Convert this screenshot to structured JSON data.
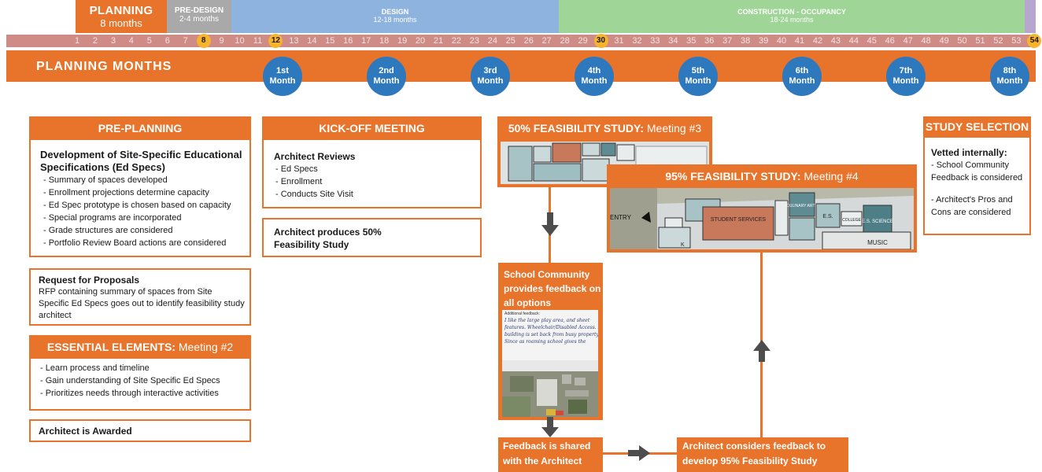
{
  "phases": {
    "planning": {
      "title": "PLANNING",
      "sub": "8 months"
    },
    "predesign": {
      "title": "PRE-DESIGN",
      "sub": "2-4 months"
    },
    "design": {
      "title": "DESIGN",
      "sub": "12-18 months"
    },
    "construction": {
      "title": "CONSTRUCTION - OCCUPANCY",
      "sub": "18-24 months"
    }
  },
  "month_numbers": [
    "1",
    "2",
    "3",
    "4",
    "5",
    "6",
    "7",
    "8",
    "9",
    "10",
    "11",
    "12",
    "13",
    "14",
    "15",
    "16",
    "17",
    "18",
    "19",
    "20",
    "21",
    "22",
    "23",
    "24",
    "25",
    "26",
    "27",
    "28",
    "29",
    "30",
    "31",
    "32",
    "33",
    "34",
    "35",
    "36",
    "37",
    "38",
    "39",
    "40",
    "41",
    "42",
    "43",
    "44",
    "45",
    "46",
    "47",
    "48",
    "49",
    "50",
    "51",
    "52",
    "53",
    "54"
  ],
  "highlighted_months": [
    "8",
    "12",
    "30",
    "54"
  ],
  "planning_months": {
    "title": "PLANNING MONTHS",
    "months": [
      {
        "n": "1st",
        "w": "Month"
      },
      {
        "n": "2nd",
        "w": "Month"
      },
      {
        "n": "3rd",
        "w": "Month"
      },
      {
        "n": "4th",
        "w": "Month"
      },
      {
        "n": "5th",
        "w": "Month"
      },
      {
        "n": "6th",
        "w": "Month"
      },
      {
        "n": "7th",
        "w": "Month"
      },
      {
        "n": "8th",
        "w": "Month"
      }
    ]
  },
  "pre_planning": {
    "header": "PRE-PLANNING",
    "title": "Development of Site-Specific Educational Specifications (Ed Specs)",
    "items": [
      "- Summary of spaces developed",
      "- Enrollment projections determine capacity",
      "- Ed Spec prototype is chosen based on capacity",
      "- Special programs are incorporated",
      "- Grade structures are considered",
      "- Portfolio Review Board actions are considered"
    ]
  },
  "rfp": {
    "title": "Request for Proposals",
    "text": "RFP containing summary of spaces from Site Specific Ed Specs goes out to identify feasibility study architect"
  },
  "essential": {
    "header_bold": "ESSENTIAL ELEMENTS:",
    "header_light": " Meeting #2",
    "items": [
      "- Learn process and timeline",
      "- Gain understanding of Site Specific Ed Specs",
      "- Prioritizes needs through interactive activities"
    ]
  },
  "awarded": "Architect is Awarded",
  "kickoff": {
    "header": "KICK-OFF MEETING",
    "title": "Architect Reviews",
    "items": [
      "- Ed Specs",
      "- Enrollment",
      "- Conducts Site Visit"
    ]
  },
  "produces": "Architect produces 50% Feasibility Study",
  "study50": {
    "header_bold": "50% FEASIBILITY STUDY:",
    "header_light": " Meeting #3"
  },
  "study95": {
    "header_bold": "95% FEASIBILITY STUDY:",
    "header_light": " Meeting #4"
  },
  "plan_labels": {
    "student_services": "STUDENT SERVICES",
    "es": "E.S.",
    "es_science": "E.S. SCIENCE",
    "music": "MUSIC",
    "k": "K",
    "entry": "ENTRY",
    "culinary": "CULINARY ARTS",
    "college": "COLLEGE"
  },
  "community": {
    "text": "School Community provides feedback on all options",
    "sheet_title": "Additional feedback:",
    "handwriting": [
      "I like the large play area, and sheet",
      "features. Wheelchair/Disabled Access. Love",
      "building is set back from busy property lo",
      "Since as roaming school gives the"
    ]
  },
  "shared": "Feedback is shared with the Architect",
  "considers": "Architect considers feedback to develop  95% Feasibility Study",
  "selection": {
    "header": "STUDY SELECTION",
    "title": "Vetted internally:",
    "item1": "- School Community Feedback is considered",
    "item2": "- Architect's Pros and Cons are considered"
  },
  "colors": {
    "orange": "#e8732a",
    "blue": "#2e78bd",
    "gray_arrow": "#4d4d4d"
  }
}
